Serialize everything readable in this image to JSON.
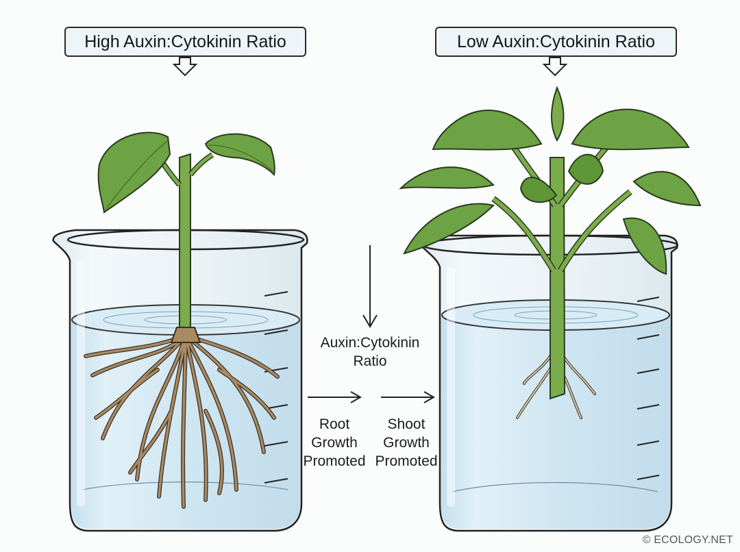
{
  "left_panel": {
    "title": "High Auxin:Cytokinin Ratio",
    "plant": "cutting-with-extensive-roots"
  },
  "right_panel": {
    "title": "Low Auxin:Cytokinin Ratio",
    "plant": "cutting-with-many-shoots-few-roots"
  },
  "center": {
    "ratio_label_line1": "Auxin:Cytokinin",
    "ratio_label_line2": "Ratio",
    "root_label": [
      "Root",
      "Growth",
      "Promoted"
    ],
    "shoot_label": [
      "Shoot",
      "Growth",
      "Promoted"
    ]
  },
  "credit": "© ECOLOGY.NET",
  "colors": {
    "leaf": "#6da344",
    "leaf_dark": "#4f8530",
    "stem": "#7bac4b",
    "root": "#a88a63",
    "water": "#cfe6f2",
    "glass": "#e6f0f4",
    "outline": "#222222",
    "label_bg": "#eef5f8"
  }
}
